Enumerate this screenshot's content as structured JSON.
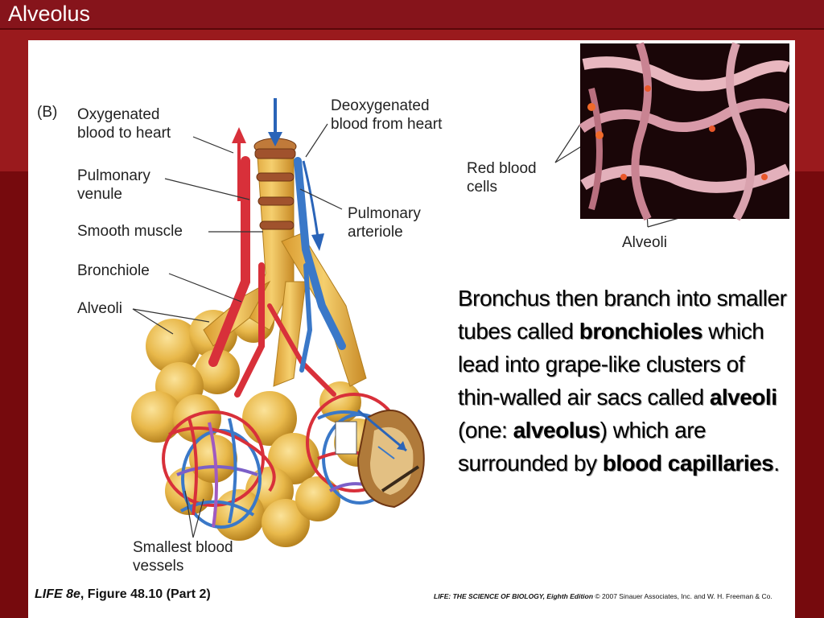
{
  "slide": {
    "title": "Alveolus"
  },
  "figure": {
    "panel_label": "(B)",
    "labels": {
      "oxygenated": "Oxygenated\nblood to heart",
      "deoxygenated": "Deoxygenated\nblood from heart",
      "pulmonary_venule": "Pulmonary\nvenule",
      "smooth_muscle": "Smooth muscle",
      "pulmonary_arteriole": "Pulmonary\narteriole",
      "bronchiole": "Bronchiole",
      "alveoli": "Alveoli",
      "smallest_vessels": "Smallest blood\nvessels",
      "red_blood_cells": "Red blood\ncells",
      "micrograph_alveoli": "Alveoli"
    },
    "colors": {
      "artery_red": "#d8303a",
      "vein_blue": "#3a78c8",
      "alveolus_tan": "#e8b84a",
      "muscle_brown": "#a0522d"
    }
  },
  "body_text": {
    "p1": "Bronchus then branch into smaller tubes called ",
    "b1": "bronchioles",
    "p2": " which lead into grape-like clusters of thin-walled air sacs called ",
    "b2": "alveoli",
    "p3": " (one: ",
    "b3": "alveolus",
    "p4": ") which are surrounded by ",
    "b4": "blood capillaries",
    "p5": "."
  },
  "footer": {
    "left_italic": "LIFE 8e",
    "left_rest": ", Figure 48.10 (Part 2)",
    "right_italic": "LIFE: THE SCIENCE OF BIOLOGY, Eighth Edition",
    "right_rest": "  © 2007 Sinauer Associates, Inc. and W. H. Freeman & Co."
  }
}
